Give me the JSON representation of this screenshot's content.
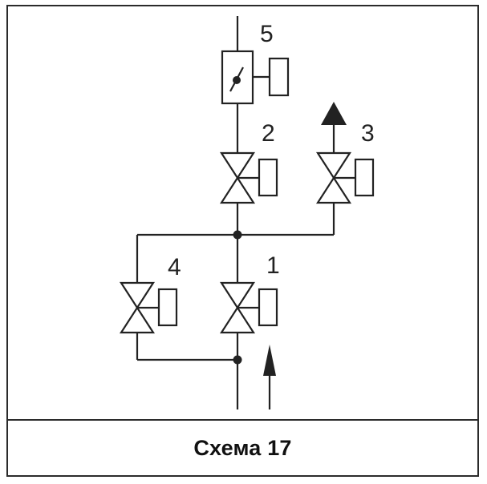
{
  "caption": "Схема 17",
  "labels": {
    "valve_1": "1",
    "valve_2": "2",
    "valve_3": "3",
    "valve_4": "4",
    "regulator_5": "5"
  },
  "colors": {
    "line": "#222222",
    "frame": "#2b2b2b",
    "background": "#ffffff"
  }
}
